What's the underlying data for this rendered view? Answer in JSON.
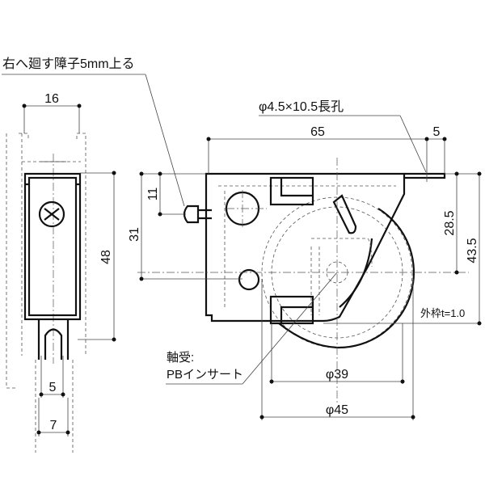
{
  "notes": {
    "shoji_note": "右へ廻す障子5mm上る",
    "slot_hole": "φ4.5×10.5長孔",
    "frame_thickness": "外枠t=1.0",
    "bearing_label": "軸受:",
    "bearing_type": "PBインサート"
  },
  "dimensions": {
    "side_width": "16",
    "side_height": "48",
    "wheel_width": "5",
    "wheel_outer_width": "7",
    "body_length": "65",
    "flange_length": "5",
    "pin_height": "11",
    "hole_height": "31",
    "axle_height": "28.5",
    "total_height": "43.5",
    "inner_diameter": "φ39",
    "outer_diameter": "φ45"
  }
}
